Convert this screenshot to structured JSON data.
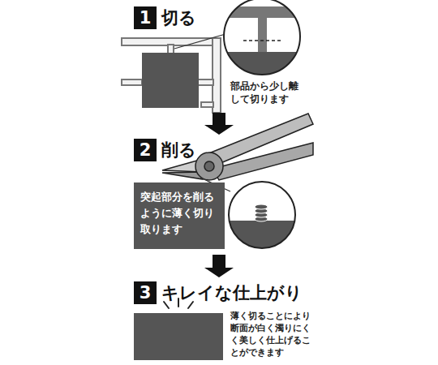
{
  "diagram": {
    "nodes": [
      {
        "text": [
          "1",
          "切る"
        ]
      },
      {
        "text": [
          "2",
          "削る"
        ]
      },
      {
        "text": [
          "突起部分を削るように薄く切り取ります"
        ],
        "in": 1
      },
      {
        "text": [
          "3",
          "キレイな仕上がり"
        ]
      }
    ],
    "edges": [
      {
        "from": 0,
        "to": 1,
        "arrow": "to"
      },
      {
        "from": 1,
        "to": 3,
        "arrow": "to"
      }
    ],
    "labels": [
      "部品から少し離して切ります",
      "薄く切ることにより断面が白く濁りにくく美しく仕上げることができます"
    ]
  }
}
